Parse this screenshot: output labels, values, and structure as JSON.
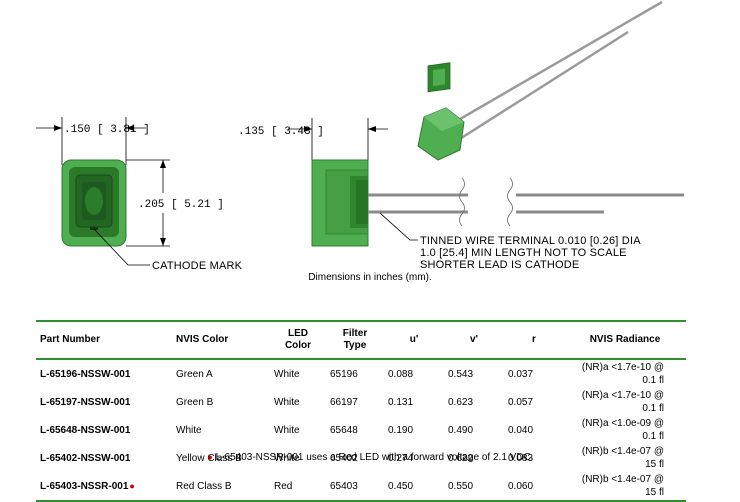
{
  "dimensions": {
    "width_front": ".150 [ 3.81 ]",
    "height_front": ".205 [ 5.21 ]",
    "width_side": ".135 [ 3.43 ]"
  },
  "labels": {
    "cathode_mark": "CATHODE MARK",
    "wire_note_line1": "TINNED WIRE TERMINAL 0.010 [0.26] DIA",
    "wire_note_line2": "1.0 [25.4] MIN LENGTH NOT TO SCALE",
    "wire_note_line3": "SHORTER LEAD IS CATHODE",
    "dimensions_caption": "Dimensions in inches (mm)."
  },
  "table": {
    "headers": {
      "part_number": "Part Number",
      "nvis_color": "NVIS Color",
      "led_color_1": "LED",
      "led_color_2": "Color",
      "filter_type_1": "Filter",
      "filter_type_2": "Type",
      "u": "u'",
      "v": "v'",
      "r": "r",
      "nvis_radiance": "NVIS Radiance"
    },
    "rows": [
      {
        "part": "L-65196-NSSW-001",
        "nvis_color": "Green A",
        "led_color": "White",
        "filter": "65196",
        "u": "0.088",
        "v": "0.543",
        "r": "0.037",
        "radiance": "(NR)a <1.7e-10 @ 0.1 fl"
      },
      {
        "part": "L-65197-NSSW-001",
        "nvis_color": "Green B",
        "led_color": "White",
        "filter": "66197",
        "u": "0.131",
        "v": "0.623",
        "r": "0.057",
        "radiance": "(NR)a <1.7e-10 @ 0.1 fl"
      },
      {
        "part": "L-65648-NSSW-001",
        "nvis_color": "White",
        "led_color": "White",
        "filter": "65648",
        "u": "0.190",
        "v": "0.490",
        "r": "0.040",
        "radiance": "(NR)a <1.0e-09 @ 0.1 fl"
      },
      {
        "part": "L-65402-NSSW-001",
        "nvis_color": "Yellow Class B",
        "led_color": "White",
        "filter": "65402",
        "u": "0.274",
        "v": "0.622",
        "r": "0.083",
        "radiance": "(NR)b <1.4e-07 @ 15 fl"
      },
      {
        "part": "L-65403-NSSR-001",
        "nvis_color": "Red Class B",
        "led_color": "Red",
        "filter": "65403",
        "u": "0.450",
        "v": "0.550",
        "r": "0.060",
        "radiance": "(NR)b <1.4e-07 @ 15 fl"
      }
    ]
  },
  "footnote": "L-65403-NSSR-001 uses a Red LED with a forward voltage of 2.1 VDC.",
  "colors": {
    "body_green": "#4fae4f",
    "dark_green": "#1f6a1f",
    "rule_green": "#2f8f2f",
    "note_dot": "#cc0000"
  }
}
